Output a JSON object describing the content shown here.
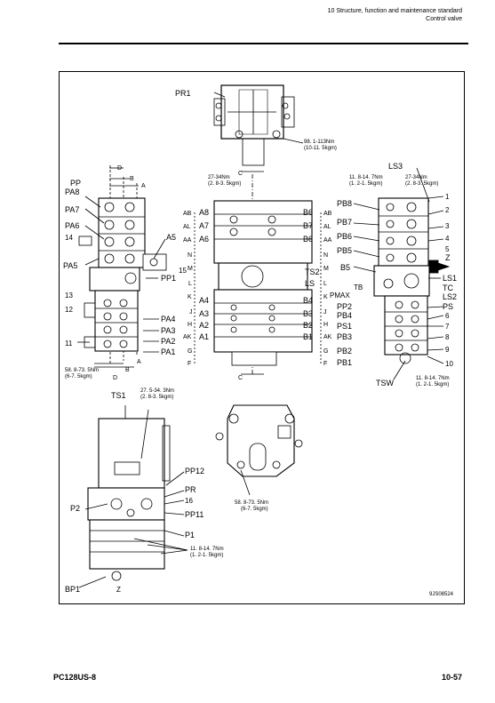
{
  "header": {
    "line1": "10 Structure, function and maintenance standard",
    "line2": "Control valve"
  },
  "footer": {
    "model": "PC128US-8",
    "page": "10-57"
  },
  "figure": {
    "id": "9JS08524",
    "top_view": {
      "port": "PR1",
      "torque": [
        "98. 1-113Nm",
        "(10-11. 5kgm)"
      ]
    },
    "left_view": {
      "dims": [
        "D",
        "B",
        "A"
      ],
      "ports": [
        "PP",
        "PA8",
        "PA7",
        "PA6",
        "14",
        "A5",
        "PA5",
        "15",
        "13",
        "PP1",
        "12",
        "PA4",
        "PA3",
        "PA2",
        "11",
        "PA1"
      ],
      "torque": [
        "58. 8-73. 5Nm",
        "(6-7. 5kgm)"
      ],
      "bottom_dims": [
        "D",
        "B",
        "A"
      ]
    },
    "center_view": {
      "torque": [
        "27-34Nm",
        "(2. 8-3. 5kgm)"
      ],
      "section": "C",
      "left_sections": [
        "AB",
        "AL",
        "AA",
        "N",
        "M",
        "L",
        "K",
        "J",
        "H",
        "AK",
        "G",
        "F"
      ],
      "right_sections": [
        "AB",
        "AL",
        "AA",
        "N",
        "M",
        "L",
        "K",
        "J",
        "H",
        "AK",
        "G",
        "F"
      ],
      "left_ports": [
        "A8",
        "A7",
        "A6",
        "A4",
        "A3",
        "A2",
        "A1"
      ],
      "right_ports": [
        "B6",
        "B7",
        "B6",
        "TS2",
        "LS",
        "B4",
        "B3",
        "B2",
        "B1"
      ]
    },
    "right_view": {
      "ls": "LS3",
      "torque1": [
        "11. 8-14. 7Nm",
        "(1. 2-1. 5kgm)"
      ],
      "torque2": [
        "27-34Nm",
        "(2. 8-3. 5kgm)"
      ],
      "ports_left": [
        "PB8",
        "PB7",
        "PB6",
        "PB5",
        "B5",
        "TB",
        "PMAX",
        "PP2",
        "PB4",
        "PS1",
        "PB3",
        "PB2",
        "PB1"
      ],
      "ports_right": [
        "1",
        "2",
        "3",
        "4",
        "5",
        "Z",
        "LS1",
        "TC",
        "LS2",
        "PS",
        "6",
        "7",
        "8",
        "9",
        "10"
      ],
      "tsw": "TSW",
      "torque3": [
        "11. 8-14. 7Nm",
        "(1. 2-1. 5kgm)"
      ]
    },
    "bottom_left_view": {
      "ts": "TS1",
      "torque1": [
        "27. 5-34. 3Nm",
        "(2. 8-3. 5kgm)"
      ],
      "ports": [
        "PP12",
        "PR",
        "16",
        "P2",
        "PP11",
        "P1",
        "BP1",
        "Z"
      ],
      "torque2": [
        "11. 8-14. 7Nm",
        "(1. 2-1. 5kgm)"
      ]
    },
    "bottom_right_view": {
      "torque": [
        "58. 8-73. 5Nm",
        "(6-7. 5kgm)"
      ]
    }
  }
}
